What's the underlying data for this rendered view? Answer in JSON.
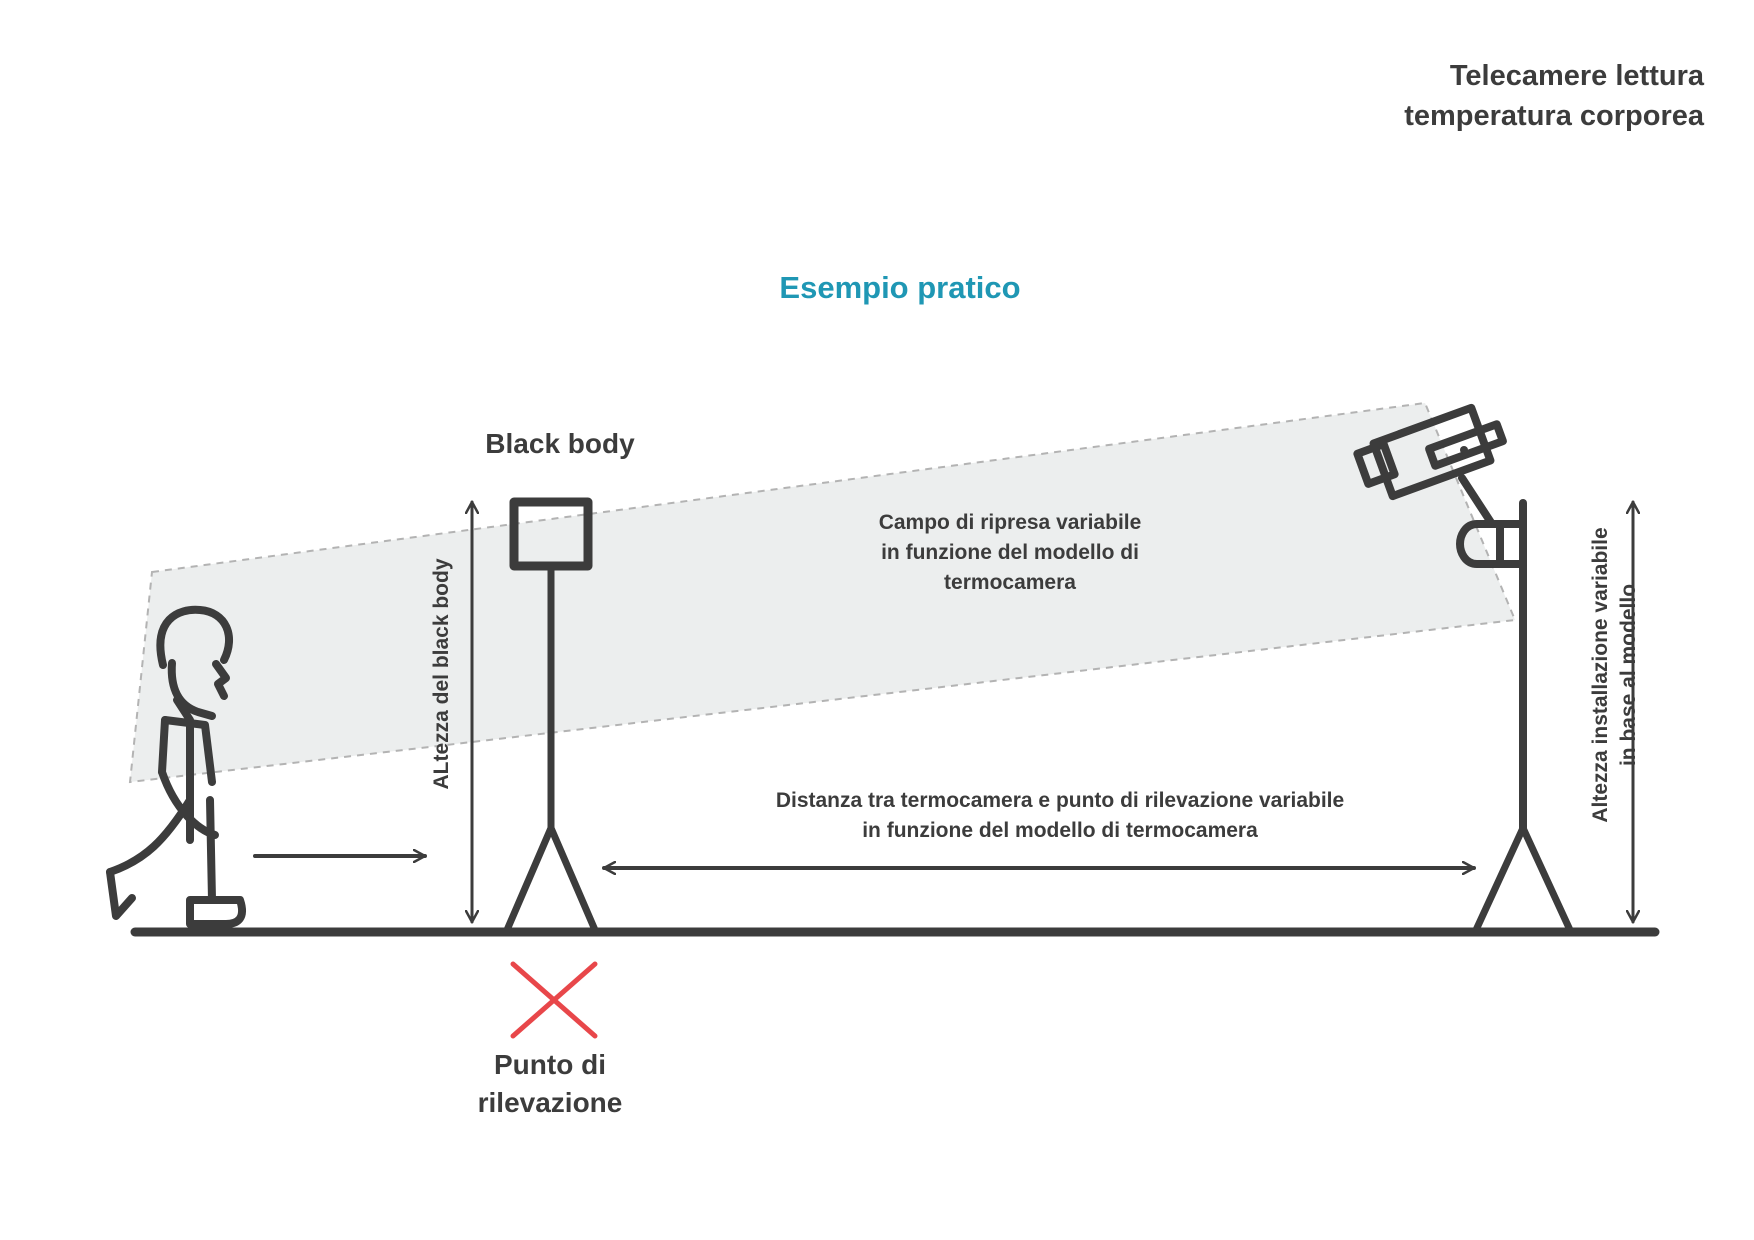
{
  "header": {
    "title_line1": "Telecamere lettura",
    "title_line2": "temperatura corporea"
  },
  "subtitle": "Esempio pratico",
  "labels": {
    "black_body": "Black body",
    "campo_line1": "Campo di ripresa variabile",
    "campo_line2": "in funzione del modello di",
    "campo_line3": "termocamera",
    "distanza_line1": "Distanza tra termocamera e punto di rilevazione variabile",
    "distanza_line2": "in funzione del modello di termocamera",
    "altezza_black_body": "ALtezza del black body",
    "altezza_inst_line1": "Altezza installazione variabile",
    "altezza_inst_line2": "in base al modello",
    "punto_line1": "Punto di",
    "punto_line2": "rilevazione"
  },
  "colors": {
    "accent": "#1f97b4",
    "stroke": "#3c3c3c",
    "field": "#eceeee",
    "field_border": "#b3b3b3",
    "marker": "#e8474a"
  },
  "icons": {
    "person": "walking-person-icon",
    "camera": "thermal-camera-icon",
    "target": "x-mark-icon"
  }
}
